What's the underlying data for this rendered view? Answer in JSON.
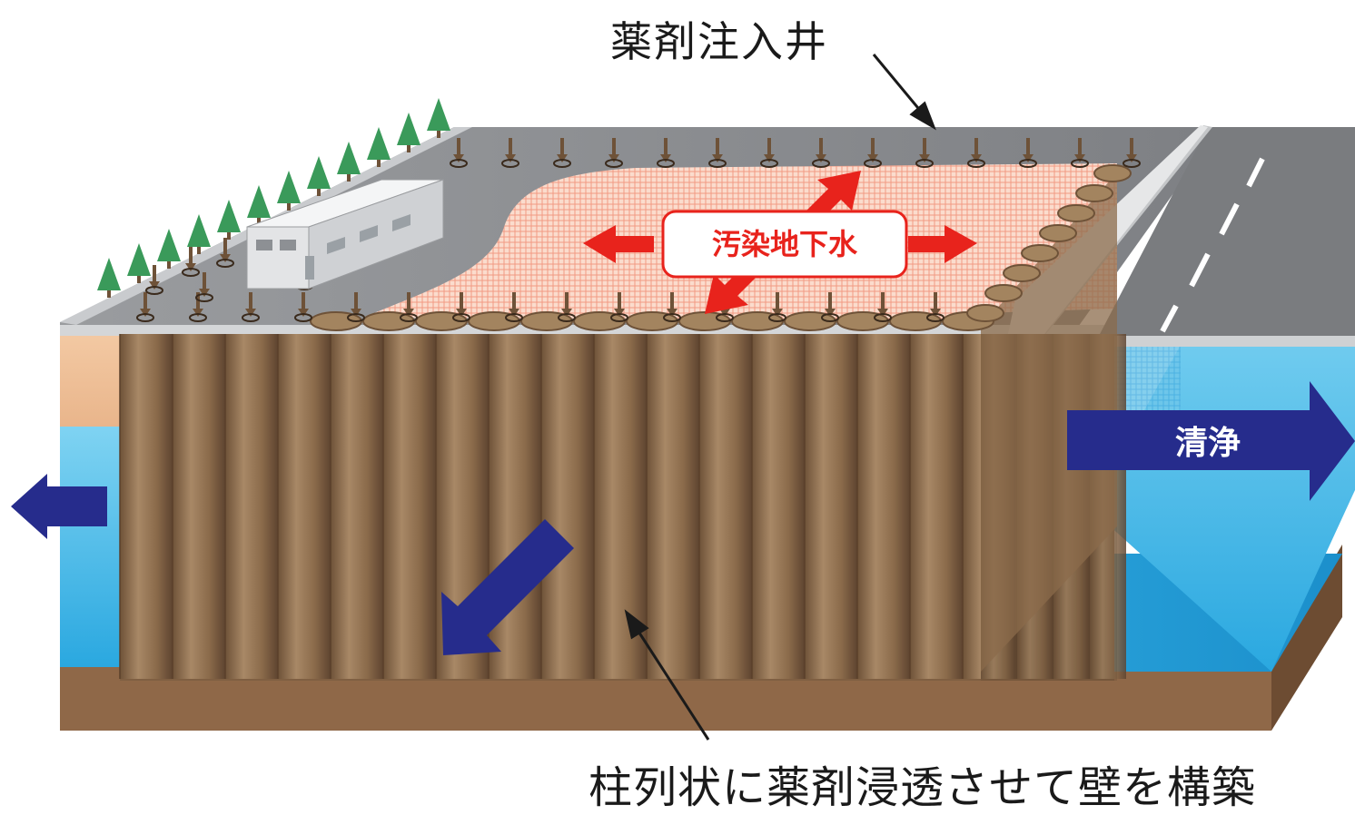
{
  "labels": {
    "injection_well": "薬剤注入井",
    "contaminated_groundwater": "汚染地下水",
    "clean": "清浄",
    "wall_caption": "柱列状に薬剤浸透させて壁を構築"
  },
  "colors": {
    "pile_brown": "#8a6a4a",
    "ground_gray": "#8c8e91",
    "road_gray": "#7a7c7f",
    "water_blue": "#3fb6e6",
    "arrow_navy": "#262c8c",
    "arrow_red": "#e8231c",
    "contamination_pink": "#f6c5b0",
    "tree_green": "#3a9a5a"
  },
  "icons": {
    "building": "building-icon",
    "tree": "tree-icon",
    "well": "well-marker-icon"
  }
}
